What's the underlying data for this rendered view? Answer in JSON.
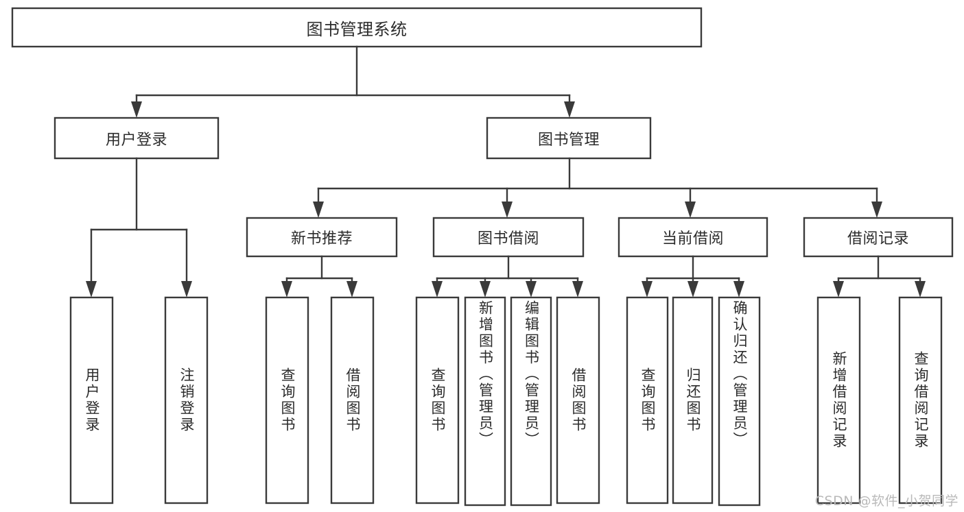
{
  "diagram": {
    "title": "图书管理系统",
    "type": "tree-hierarchy-chart",
    "watermark": "CSDN @软件_小贺同学",
    "nodes": {
      "root": {
        "label": "图书管理系统"
      },
      "level2": [
        {
          "id": "user-login",
          "label": "用户登录"
        },
        {
          "id": "book-manage",
          "label": "图书管理"
        }
      ],
      "level3": [
        {
          "id": "new-book-recommend",
          "label": "新书推荐"
        },
        {
          "id": "book-borrow",
          "label": "图书借阅"
        },
        {
          "id": "current-borrow",
          "label": "当前借阅"
        },
        {
          "id": "borrow-record",
          "label": "借阅记录"
        }
      ],
      "leaves": {
        "user_login": [
          {
            "id": "leaf-user-login",
            "label": "用户登录"
          },
          {
            "id": "leaf-logout-login",
            "label": "注销登录"
          }
        ],
        "new_book_recommend": [
          {
            "id": "leaf-query-book-1",
            "label": "查询图书"
          },
          {
            "id": "leaf-borrow-book-1",
            "label": "借阅图书"
          }
        ],
        "book_borrow": [
          {
            "id": "leaf-query-book-2",
            "label": "查询图书"
          },
          {
            "id": "leaf-add-book-admin",
            "label": "新增图书（管理员）"
          },
          {
            "id": "leaf-edit-book-admin",
            "label": "编辑图书（管理员）"
          },
          {
            "id": "leaf-borrow-book-2",
            "label": "借阅图书"
          }
        ],
        "current_borrow": [
          {
            "id": "leaf-query-book-3",
            "label": "查询图书"
          },
          {
            "id": "leaf-return-book",
            "label": "归还图书"
          },
          {
            "id": "leaf-confirm-return-admin",
            "label": "确认归还（管理员）"
          }
        ],
        "borrow_record": [
          {
            "id": "leaf-add-borrow-record",
            "label": "新增借阅记录"
          },
          {
            "id": "leaf-query-borrow-record",
            "label": "查询借阅记录"
          }
        ]
      }
    },
    "colors": {
      "stroke": "#3a3a3a",
      "fill": "#ffffff",
      "text": "#2b2b2b",
      "watermark": "#b9b9b9"
    }
  }
}
